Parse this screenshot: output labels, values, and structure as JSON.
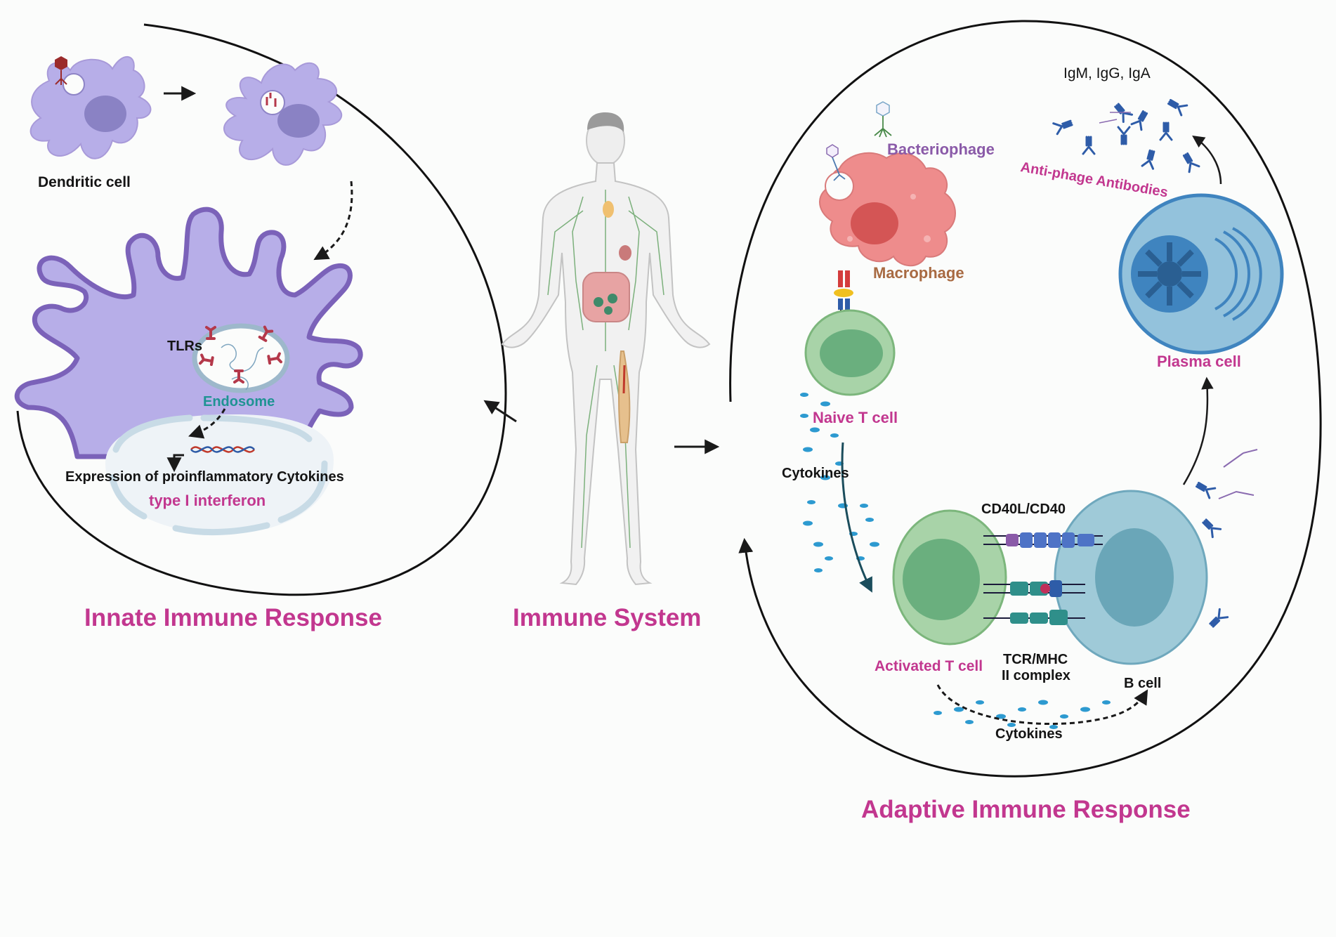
{
  "colors": {
    "accent_pink": "#c2378f",
    "dendritic_purple": "#b7aee8",
    "macrophage_red": "#ee8c8c",
    "tcell_green": "#a8d3a8",
    "bcell_blue": "#9fcad8",
    "plasma_blue": "#3f84bf"
  },
  "innate": {
    "title": "Innate Immune Response",
    "dendritic_cell_label": "Dendritic cell",
    "tlrs_label": "TLRs",
    "endosome_label": "Endosome",
    "expression_label": "Expression of proinflammatory Cytokines",
    "interferon_label": "type I interferon"
  },
  "center": {
    "title": "Immune System"
  },
  "adaptive": {
    "title": "Adaptive Immune Response",
    "bacteriophage_label": "Bacteriophage",
    "macrophage_label": "Macrophage",
    "naive_t_label": "Naive T cell",
    "cytokines_label_1": "Cytokines",
    "cd40_label": "CD40L/CD40",
    "activated_t_label": "Activated T cell",
    "tcr_line1": "TCR/MHC",
    "tcr_line2": "II complex",
    "b_cell_label": "B cell",
    "cytokines_label_2": "Cytokines",
    "plasma_label": "Plasma cell",
    "antibody_types": "IgM, IgG, IgA",
    "antibodies_label": "Anti-phage Antibodies"
  },
  "icons": [
    "bacteriophage-icon",
    "antibody-icon",
    "dna-icon",
    "human-body-icon"
  ]
}
